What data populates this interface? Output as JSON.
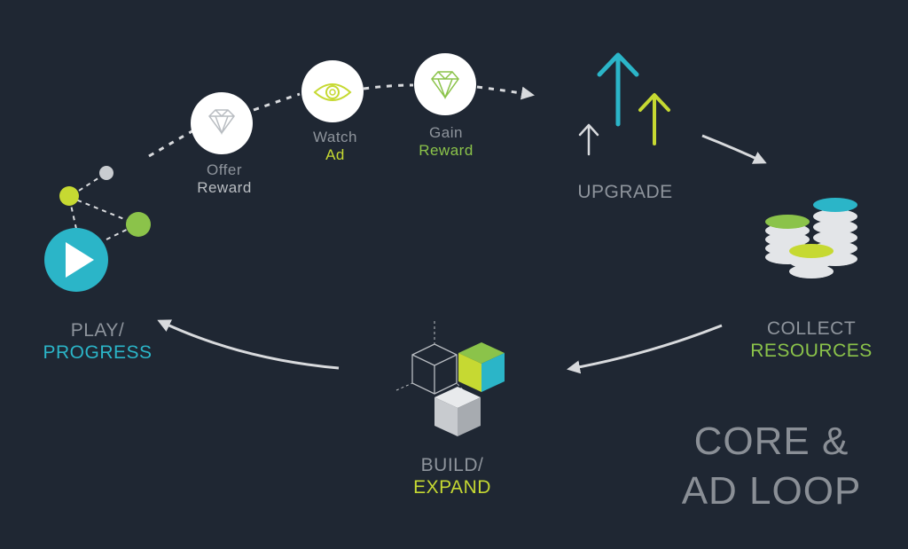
{
  "title": {
    "line1": "CORE &",
    "line2": "AD LOOP"
  },
  "stages": {
    "play": {
      "line1": "PLAY/",
      "line2": "PROGRESS"
    },
    "upgrade": {
      "line1": "UPGRADE"
    },
    "collect": {
      "line1": "COLLECT",
      "line2": "RESOURCES"
    },
    "build": {
      "line1": "BUILD/",
      "line2": "EXPAND"
    }
  },
  "ad_steps": {
    "offer": {
      "line1": "Offer",
      "line2": "Reward"
    },
    "watch": {
      "line1": "Watch",
      "line2": "Ad"
    },
    "gain": {
      "line1": "Gain",
      "line2": "Reward"
    }
  },
  "colors": {
    "background": "#1f2733",
    "cyan": "#2bb5c8",
    "lime": "#c6d932",
    "green": "#8bc34a",
    "gray": "#8e949c",
    "arrow": "#d8dadd"
  },
  "icons": [
    "play-icon",
    "diamond-icon",
    "eye-icon",
    "upgrade-arrows-icon",
    "coin-stacks-icon",
    "cubes-icon"
  ]
}
